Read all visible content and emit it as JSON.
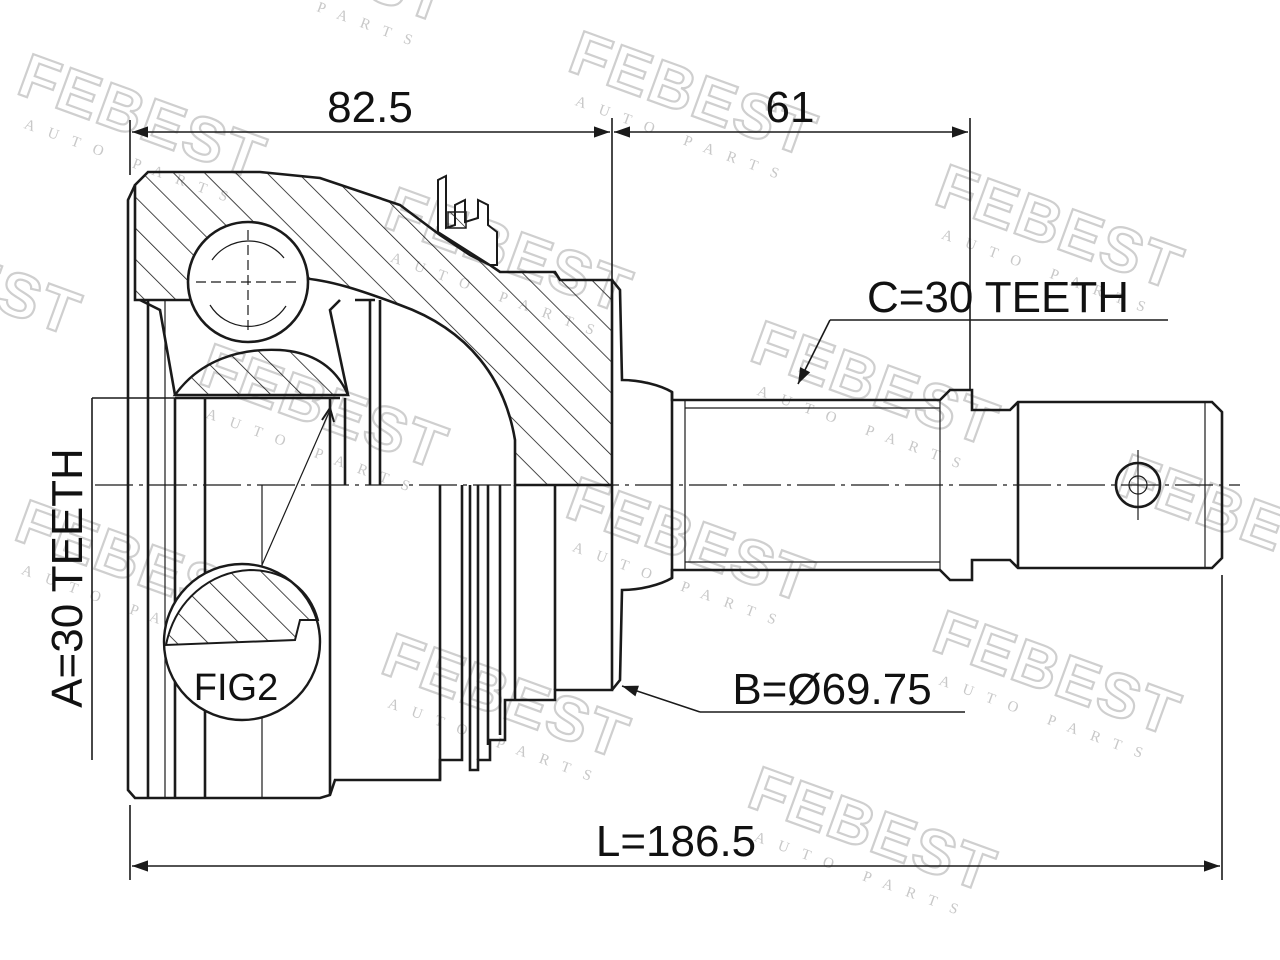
{
  "drawing": {
    "watermark": {
      "brand": "FEBEST",
      "tagline": "AUTO PARTS"
    },
    "dimensions": {
      "outer_length": "82.5",
      "shaft_length": "61",
      "total_length": "L=186.5"
    },
    "callouts": {
      "spline_inner": "A=30 TEETH",
      "spline_shaft": "C=30 TEETH",
      "abs_ring": "B=Ø69.75",
      "detail": "FIG2"
    }
  }
}
